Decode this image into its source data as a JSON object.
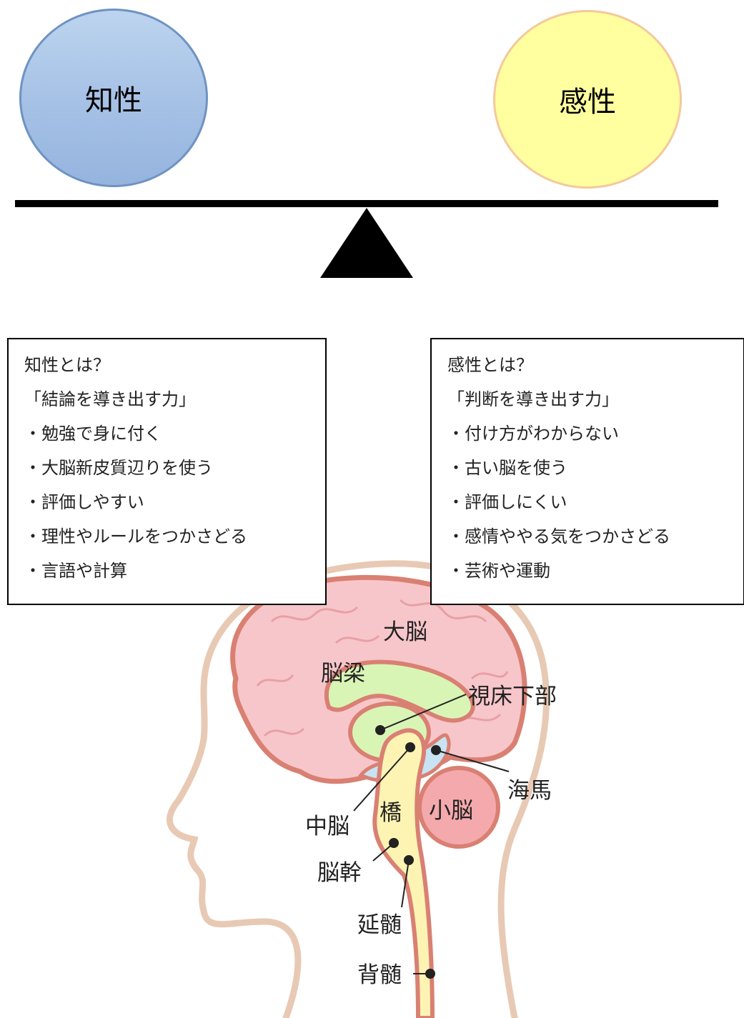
{
  "balance": {
    "left_label": "知性",
    "right_label": "感性",
    "colors": {
      "left_fill": "#a7c2e6",
      "left_border": "#6e93c2",
      "right_fill": "#ffff9f",
      "right_border": "#f4c99c"
    }
  },
  "intellect_box": {
    "lines": [
      "知性とは？",
      "「結論を導き出す力」",
      "・勉強で身に付く",
      "・大脳新皮質辺りを使う",
      "・評価しやすい",
      "・理性やルールをつかさどる",
      "・言語や計算"
    ]
  },
  "sensibility_box": {
    "lines": [
      "感性とは？",
      "「判断を導き出す力」",
      "・付け方がわからない",
      "・古い脳を使う",
      "・評価しにくい",
      "・感情ややる気をつかさどる",
      "・芸術や運動"
    ]
  },
  "brain_labels": {
    "cerebrum": "大脳",
    "corpus_callosum": "脳梁",
    "hypothalamus": "視床下部",
    "hippocampus": "海馬",
    "cerebellum": "小脳",
    "pons": "橋",
    "midbrain": "中脳",
    "brainstem": "脳幹",
    "medulla": "延髄",
    "spinal_cord": "背髄"
  },
  "brain_colors": {
    "cerebrum": "#f7c6ca",
    "outline": "#d98073",
    "corpus_callosum": "#d9f5b6",
    "hippocampus": "#c8e3f3",
    "brainstem": "#fdf4b4",
    "cerebellum": "#f4a9ad",
    "head_outline": "#e8c9b4"
  }
}
